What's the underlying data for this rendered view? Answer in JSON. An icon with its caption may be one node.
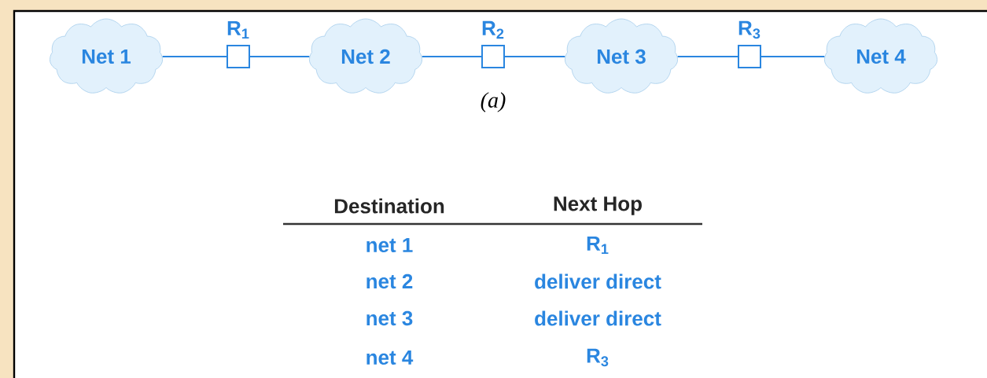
{
  "diagram": {
    "caption": "(a)",
    "nodes": [
      {
        "text": [
          "Net 1"
        ]
      },
      {
        "text": [
          "R$_{1}$"
        ]
      },
      {
        "text": [
          "Net 2"
        ]
      },
      {
        "text": [
          "R$_{2}$"
        ]
      },
      {
        "text": [
          "Net 3"
        ]
      },
      {
        "text": [
          "R$_{3}$"
        ]
      },
      {
        "text": [
          "Net 4"
        ]
      }
    ],
    "edges": [
      {
        "from": 0,
        "to": 1,
        "arrow": "none"
      },
      {
        "from": 1,
        "to": 2,
        "arrow": "none"
      },
      {
        "from": 2,
        "to": 3,
        "arrow": "none"
      },
      {
        "from": 3,
        "to": 4,
        "arrow": "none"
      },
      {
        "from": 4,
        "to": 5,
        "arrow": "none"
      },
      {
        "from": 5,
        "to": 6,
        "arrow": "none"
      }
    ],
    "labels": [
      "Destination",
      "Next Hop",
      "net 1",
      "R$_{1}$",
      "net 2",
      "deliver direct",
      "net 3",
      "deliver direct",
      "net 4",
      "R$_{3}$"
    ]
  }
}
